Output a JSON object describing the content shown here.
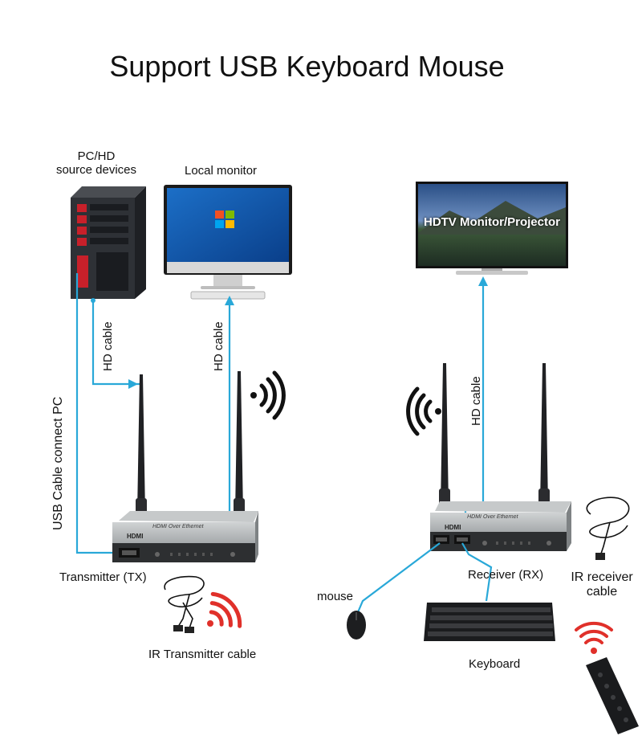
{
  "title": "Support USB Keyboard Mouse",
  "labels": {
    "pc": "PC/HD\nsource devices",
    "pc_line1": "PC/HD",
    "pc_line2": "source devices",
    "local_monitor": "Local monitor",
    "hdtv": "HDTV Monitor/Projector",
    "hd_cable_left": "HD cable",
    "hd_cable_mid": "HD cable",
    "hd_cable_right": "HD cable",
    "usb_cable": "USB Cable connect PC",
    "transmitter": "Transmitter (TX)",
    "receiver": "Receiver (RX)",
    "ir_receiver_line1": "IR receiver",
    "ir_receiver_line2": "cable",
    "ir_transmitter": "IR Transmitter cable",
    "mouse": "mouse",
    "keyboard": "Keyboard",
    "device_text": "HDMI Over Ethernet",
    "hdmi_logo": "HDMI"
  },
  "colors": {
    "cable": "#29a8d8",
    "device_body": "#b9bcbd",
    "device_dark": "#2d2f31",
    "signal_black": "#111111",
    "signal_red": "#e0302a",
    "pc_red": "#c8202a"
  }
}
